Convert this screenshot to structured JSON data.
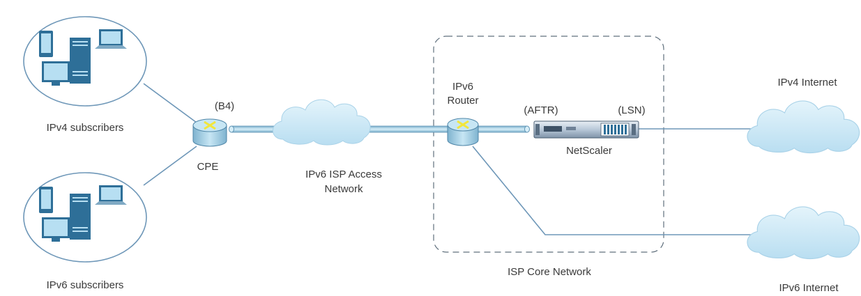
{
  "labels": {
    "ipv4_subscribers": "IPv4 subscribers",
    "ipv6_subscribers": "IPv6 subscribers",
    "b4": "(B4)",
    "cpe": "CPE",
    "access_network_line1": "IPv6 ISP Access",
    "access_network_line2": "Network",
    "router_line1": "IPv6",
    "router_line2": "Router",
    "aftr": "(AFTR)",
    "lsn": "(LSN)",
    "netscaler": "NetScaler",
    "core_network": "ISP Core Network",
    "ipv4_internet": "IPv4 Internet",
    "ipv6_internet": "IPv6 Internet"
  },
  "colors": {
    "line": "#6e97b8",
    "circle_stroke": "#6e97b8",
    "device_fill": "#b7dff2",
    "device_dark": "#2e6f98",
    "cloud_fill": "#cfe9f6",
    "router_x": "#f2e63c",
    "dashed_box": "#5f6f7c"
  }
}
